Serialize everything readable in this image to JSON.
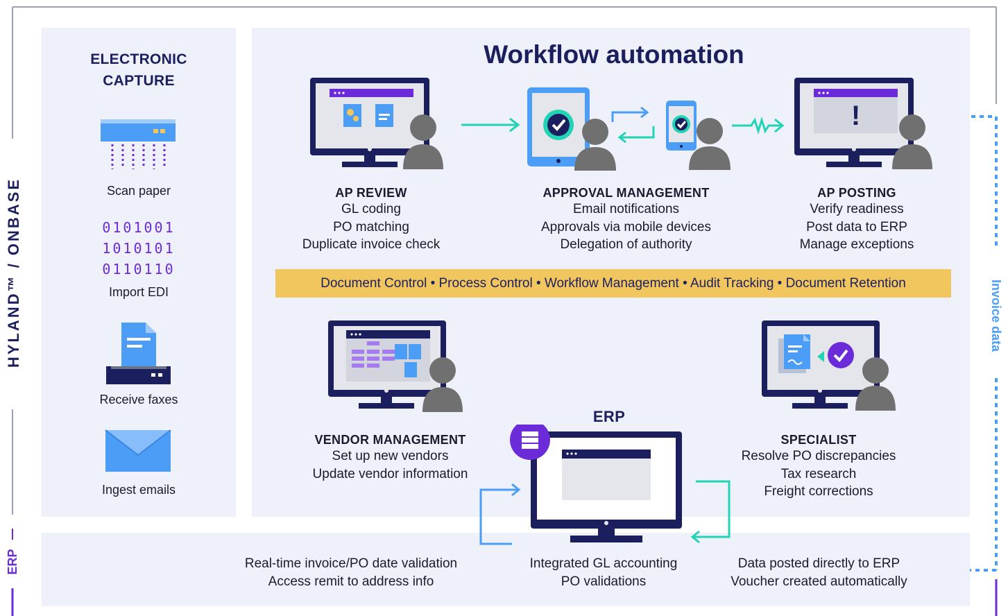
{
  "side_labels": {
    "brand": "HYLAND™ / ONBASE",
    "erp": "ERP",
    "invoice_data": "Invoice data"
  },
  "capture": {
    "title_line1": "ELECTRONIC",
    "title_line2": "CAPTURE",
    "scan": "Scan paper",
    "binary": [
      "0101001",
      "1010101",
      "0110110"
    ],
    "import": "Import EDI",
    "fax": "Receive faxes",
    "email": "Ingest emails"
  },
  "workflow": {
    "title": "Workflow automation",
    "ap_review": {
      "title": "AP REVIEW",
      "lines": [
        "GL coding",
        "PO matching",
        "Duplicate invoice check"
      ]
    },
    "approval": {
      "title": "APPROVAL MANAGEMENT",
      "lines": [
        "Email notifications",
        "Approvals via mobile devices",
        "Delegation of authority"
      ]
    },
    "ap_posting": {
      "title": "AP POSTING",
      "lines": [
        "Verify readiness",
        "Post data to ERP",
        "Manage exceptions"
      ]
    },
    "banner": "Document Control • Process Control • Workflow Management • Audit Tracking • Document Retention",
    "vendor": {
      "title": "VENDOR MANAGEMENT",
      "lines": [
        "Set up new vendors",
        "Update vendor information"
      ]
    },
    "erp_title": "ERP",
    "specialist": {
      "title": "SPECIALIST",
      "lines": [
        "Resolve PO discrepancies",
        "Tax research",
        "Freight corrections"
      ]
    },
    "alert_glyph": "!"
  },
  "erp_row": {
    "left": [
      "Real-time invoice/PO date validation",
      "Access remit to address info"
    ],
    "center": [
      "Integrated GL accounting",
      "PO validations"
    ],
    "right": [
      "Data posted directly to ERP",
      "Voucher created automatically"
    ]
  },
  "colors": {
    "navy": "#1c1f5e",
    "purple": "#6b2bd9",
    "blue": "#4c9df5",
    "teal": "#22d3b6",
    "gold": "#f2c65f",
    "gray": "#707070",
    "panel": "#eef1f9"
  }
}
